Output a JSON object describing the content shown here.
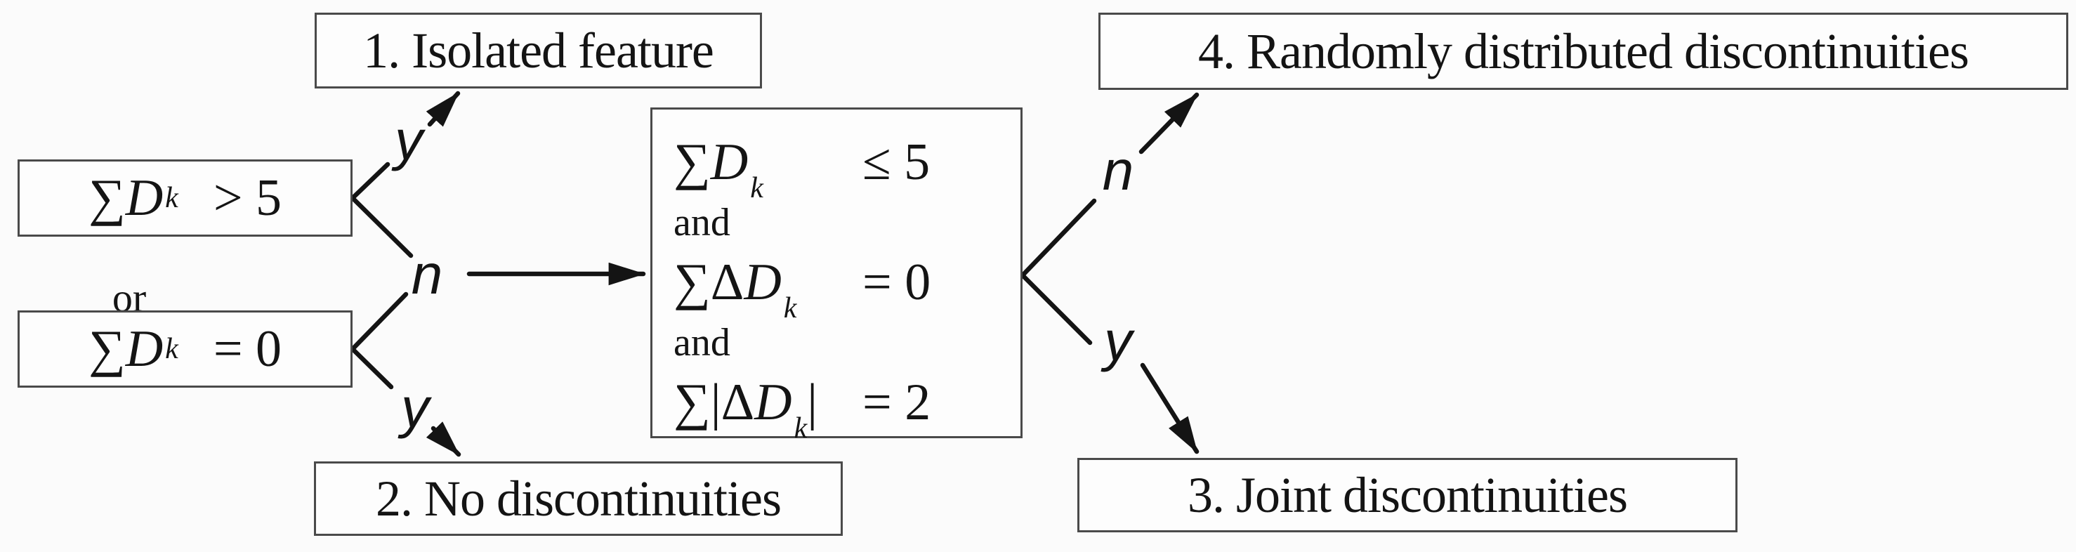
{
  "flowchart": {
    "colors": {
      "background": "#fbfbfb",
      "line": "#141414",
      "box_border": "#4a4a4a",
      "box_fill": "#fdfdfd",
      "text": "#141414"
    },
    "input_conditions": {
      "top": {
        "prefix": "∑",
        "base": "D",
        "sub": "k",
        "relation": "> 5"
      },
      "connector": "or",
      "bottom": {
        "prefix": "∑",
        "base": "D",
        "sub": "k",
        "relation": "= 0"
      }
    },
    "middle_condition": {
      "row1": {
        "prefix": "∑",
        "base": "D",
        "sub": "k",
        "suffix": "",
        "relation": "≤ 5"
      },
      "conjunction": "and",
      "row2": {
        "prefix": "∑Δ",
        "base": "D",
        "sub": "k",
        "suffix": "",
        "relation": "= 0"
      },
      "row3": {
        "prefix": "∑|Δ",
        "base": "D",
        "sub": "k",
        "suffix": "|",
        "relation": "= 2"
      }
    },
    "outcomes": {
      "o1": {
        "label": "1. Isolated feature"
      },
      "o2": {
        "label": "2. No discontinuities"
      },
      "o3": {
        "label": "3. Joint discontinuities"
      },
      "o4": {
        "label": "4. Randomly distributed discontinuities"
      }
    },
    "edge_labels": {
      "top_left_yes": "y",
      "left_no": "n",
      "bottom_left_yes": "y",
      "right_no": "n",
      "right_yes": "y"
    }
  }
}
